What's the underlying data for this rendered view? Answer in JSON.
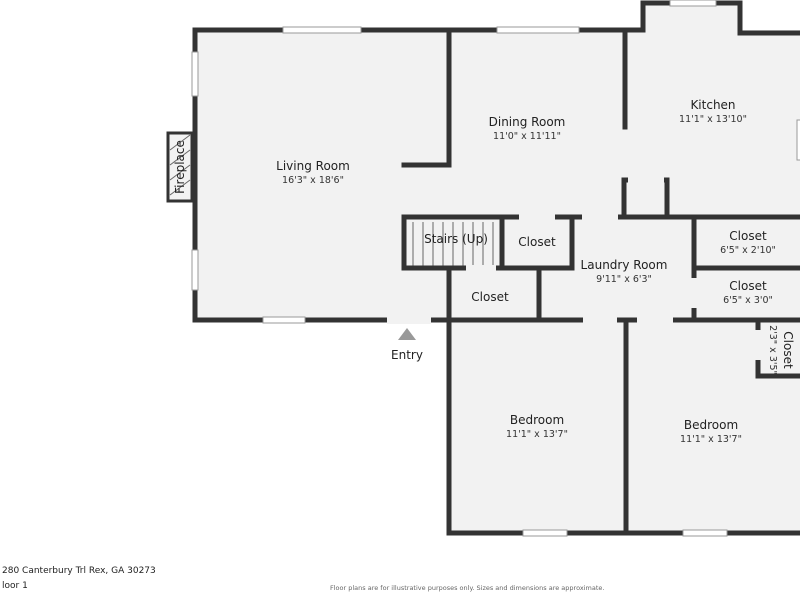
{
  "rooms": {
    "living": {
      "name": "Living Room",
      "dims": "16'3\" x 18'6\""
    },
    "dining": {
      "name": "Dining Room",
      "dims": "11'0\" x 11'11\""
    },
    "kitchen": {
      "name": "Kitchen",
      "dims": "11'1\" x 13'10\""
    },
    "stairs": {
      "name": "Stairs (Up)"
    },
    "closet_a": {
      "name": "Closet"
    },
    "closet_b": {
      "name": "Closet"
    },
    "laundry": {
      "name": "Laundry Room",
      "dims": "9'11\" x 6'3\""
    },
    "closet_c": {
      "name": "Closet",
      "dims": "6'5\" x 2'10\""
    },
    "closet_d": {
      "name": "Closet",
      "dims": "6'5\" x 3'0\""
    },
    "closet_e": {
      "name": "Closet",
      "dims": "2'3\" x 3'5\""
    },
    "bedroom_1": {
      "name": "Bedroom",
      "dims": "11'1\" x 13'7\""
    },
    "bedroom_2": {
      "name": "Bedroom",
      "dims": "11'1\" x 13'7\""
    },
    "fireplace": {
      "name": "Fireplace"
    },
    "entry": {
      "name": "Entry"
    }
  },
  "footer": {
    "address": "280 Canterbury Trl Rex, GA 30273",
    "floor": "loor 1",
    "disclaimer": "Floor plans are for illustrative purposes only. Sizes and dimensions are approximate."
  },
  "colors": {
    "wall": "#333333",
    "fill": "#f2f2f2",
    "window": "#cfcfcf"
  }
}
